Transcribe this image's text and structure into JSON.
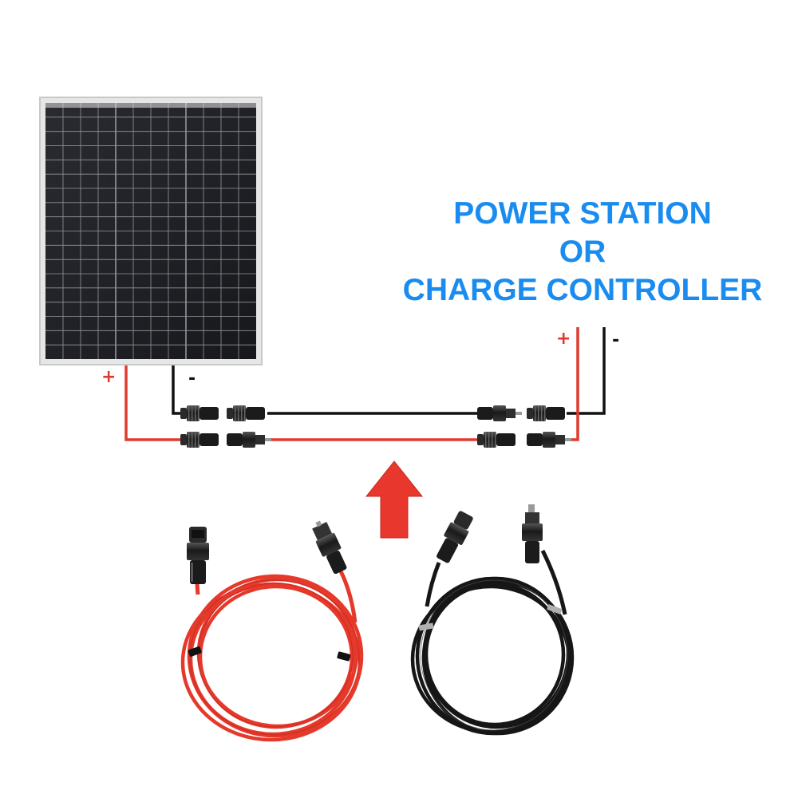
{
  "destination": {
    "line1": "POWER STATION",
    "line2": "OR",
    "line3": "CHARGE CONTROLLER",
    "color": "#1a8cf0"
  },
  "panel_terminals": {
    "positive": "+",
    "negative": "-"
  },
  "destination_terminals": {
    "positive": "+",
    "negative": "-"
  },
  "colors": {
    "positive_wire": "#e03a2f",
    "negative_wire": "#111111",
    "arrow": "#e8372c",
    "panel_cell": "#1c1d22",
    "panel_frame": "#d8d8d8"
  },
  "icons": [
    "solar-panel-icon",
    "mc4-connector-icon",
    "up-arrow-icon",
    "red-cable-coil-icon",
    "black-cable-coil-icon"
  ]
}
